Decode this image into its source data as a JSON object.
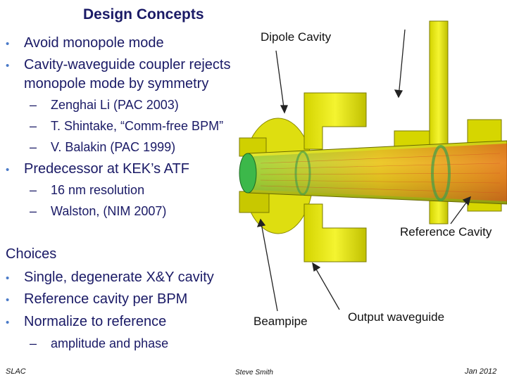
{
  "title": "Design Concepts",
  "bullets": [
    "Avoid monopole mode",
    "Cavity-waveguide coupler rejects",
    "monopole mode by symmetry"
  ],
  "subs1": [
    "Zenghai Li (PAC 2003)",
    "T. Shintake, “Comm-free BPM”",
    "V. Balakin (PAC 1999)"
  ],
  "bullet_kek": "Predecessor at KEK’s ATF",
  "subs2": [
    "16 nm resolution",
    "Walston, (NIM 2007)"
  ],
  "choices": {
    "heading": "Choices",
    "items": [
      "Single, degenerate X&Y cavity",
      "Reference cavity per BPM",
      "Normalize to reference"
    ],
    "sub": "amplitude and phase"
  },
  "labels": {
    "dipole": "Dipole Cavity",
    "reference": "Reference Cavity",
    "beampipe": "Beampipe",
    "output": "Output waveguide"
  },
  "footer": {
    "left": "SLAC",
    "center": "Steve Smith",
    "right": "Jan 2012"
  },
  "colors": {
    "text": "#1a1a66",
    "bullet": "#4a7ac8",
    "cavity_yellow": "#e6e600",
    "beampipe_green": "#3cb84a"
  }
}
